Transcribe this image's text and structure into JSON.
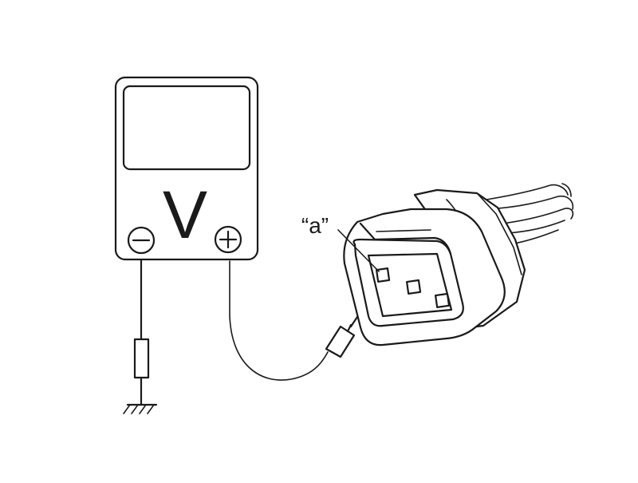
{
  "meter": {
    "unit_symbol": "V",
    "negative_symbol": "−",
    "positive_symbol": "+"
  },
  "connector": {
    "terminal_callout": "“a”",
    "terminal_count": 3
  },
  "colors": {
    "line": "#1a1a1a",
    "background": "#ffffff"
  }
}
